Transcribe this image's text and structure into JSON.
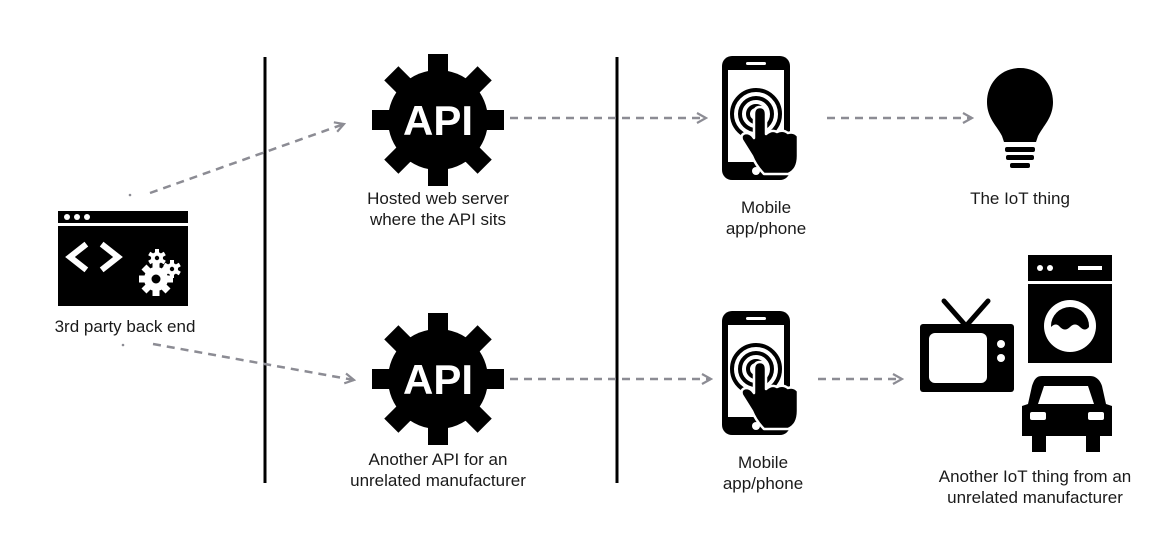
{
  "nodes": {
    "backend": {
      "label": "3rd party back end",
      "icon": "code-window-gears-icon"
    },
    "api_hosted": {
      "badge": "API",
      "line1": "Hosted web server",
      "line2": "where the API sits",
      "icon": "gear-icon"
    },
    "api_other": {
      "badge": "API",
      "line1": "Another API for an",
      "line2": "unrelated manufacturer",
      "icon": "gear-icon"
    },
    "mobile_top": {
      "line1": "Mobile",
      "line2": "app/phone",
      "icon": "phone-touch-icon"
    },
    "mobile_bottom": {
      "line1": "Mobile",
      "line2": "app/phone",
      "icon": "phone-touch-icon"
    },
    "iot_thing": {
      "label": "The IoT thing",
      "icon": "lightbulb-icon"
    },
    "iot_other": {
      "line1": "Another IoT thing from an",
      "line2": "unrelated manufacturer",
      "icons": [
        "tv-icon",
        "washing-machine-icon",
        "car-icon"
      ]
    }
  },
  "colors": {
    "icon": "#000000",
    "arrow": "#8c8c94",
    "divider": "#000000",
    "text": "#1a1a1a"
  }
}
